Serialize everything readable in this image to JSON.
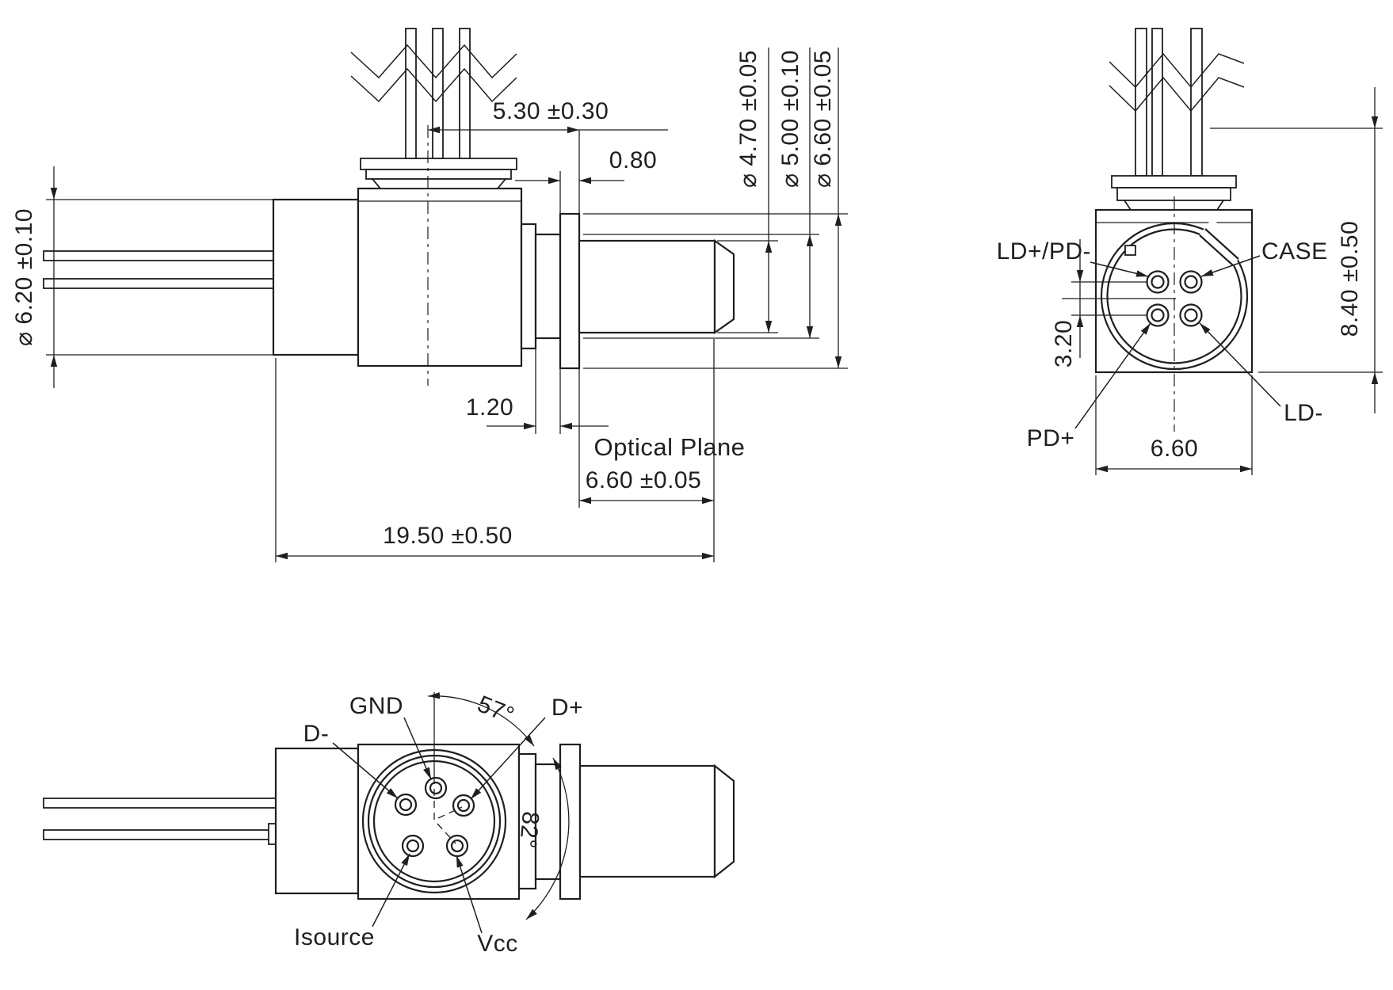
{
  "colors": {
    "background": "#ffffff",
    "line": "#1f1f1f"
  },
  "side_view": {
    "dim_lead_to_optical_plane": "5.30 ±0.30",
    "dim_flange_thickness": "0.80",
    "dim_nose_diameter": "⌀ 4.70 ±0.05",
    "dim_boss_diameter": "⌀ 5.00 ±0.10",
    "dim_flange_diameter": "⌀ 6.60 ±0.05",
    "dim_rear_body_diameter": "⌀ 6.20 ±0.10",
    "dim_body_to_flange_gap": "1.20",
    "optical_plane_label": "Optical Plane",
    "dim_optical_plane_to_tip": "6.60 ±0.05",
    "dim_overall_length": "19.50 ±0.50"
  },
  "back_view": {
    "pin_top_left_label": "LD+/PD-",
    "pin_top_right_label": "CASE",
    "pin_bottom_left_label": "PD+",
    "pin_bottom_right_label": "LD-",
    "dim_pin_row_spacing": "3.20",
    "dim_body_width": "6.60",
    "dim_body_height": "8.40 ±0.50"
  },
  "front_view": {
    "pin_top_label": "GND",
    "pin_left_label": "D-",
    "pin_right_label": "D+",
    "pin_bottom_left_label": "Isource",
    "pin_bottom_right_label": "Vcc",
    "angle_gnd_to_dplus": "57°",
    "angle_dplus_to_vcc": "82°"
  }
}
